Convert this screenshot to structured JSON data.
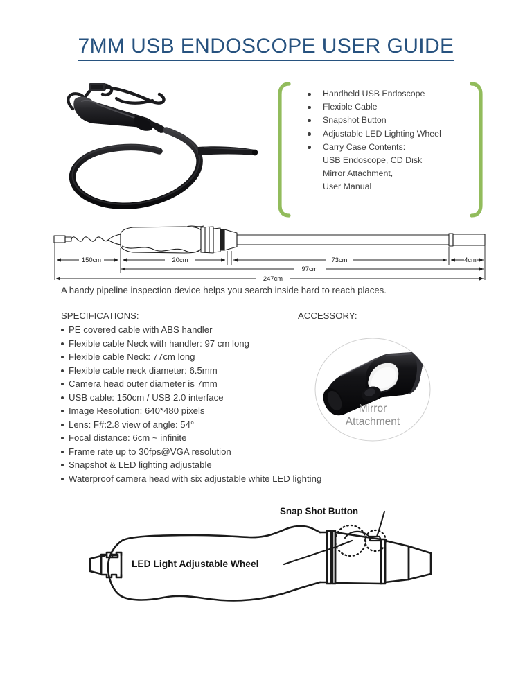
{
  "document": {
    "title": "7MM USB ENDOSCOPE USER GUIDE",
    "tagline": "A handy pipeline inspection device helps you search inside hard to reach places."
  },
  "colors": {
    "title": "#27527f",
    "bracket_green": "#92bc5c",
    "body_text": "#3a3a3a",
    "caption_gray": "#8c8c8c",
    "line_black": "#1a1a1a"
  },
  "feature_box": {
    "items": [
      {
        "text": "Handheld USB Endoscope",
        "bulleted": true
      },
      {
        "text": "Flexible Cable",
        "bulleted": true
      },
      {
        "text": "Snapshot Button",
        "bulleted": true
      },
      {
        "text": "Adjustable LED Lighting Wheel",
        "bulleted": true
      },
      {
        "text": "Carry Case Contents:",
        "bulleted": true
      },
      {
        "text": "USB Endoscope, CD Disk",
        "bulleted": false
      },
      {
        "text": "Mirror Attachment,",
        "bulleted": false
      },
      {
        "text": "User Manual",
        "bulleted": false
      }
    ]
  },
  "dimension_drawing": {
    "labels": {
      "usb_cable": "150cm",
      "handle": "20cm",
      "neck": "73cm",
      "tip": "4cm",
      "neck_with_handle": "97cm",
      "total": "247cm"
    }
  },
  "specifications": {
    "heading": "SPECIFICATIONS:",
    "items": [
      "PE covered cable with ABS handler",
      "Flexible cable Neck with handler: 97 cm long",
      "Flexible cable Neck: 77cm long",
      "Flexible cable neck diameter: 6.5mm",
      "Camera head outer diameter is 7mm",
      "USB cable: 150cm / USB 2.0 interface",
      "Image Resolution: 640*480 pixels",
      "Lens: F#:2.8 view of angle: 54°",
      "Focal distance: 6cm ~ infinite",
      "Frame rate up to 30fps@VGA resolution",
      "Snapshot & LED lighting adjustable",
      "Waterproof camera head with six adjustable white LED lighting"
    ]
  },
  "accessory": {
    "heading": "ACCESSORY:",
    "caption_line1": "Mirror",
    "caption_line2": "Attachment"
  },
  "callout_diagram": {
    "snap_shot_label": "Snap Shot Button",
    "led_wheel_label": "LED Light Adjustable Wheel"
  }
}
